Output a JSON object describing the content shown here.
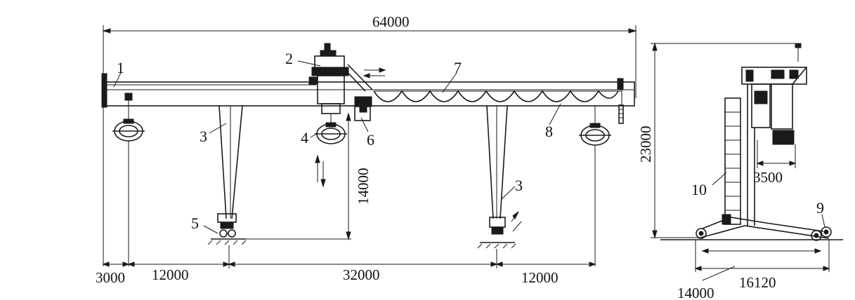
{
  "drawing": {
    "dimensions": {
      "overall_span": "64000",
      "left_overhang": "3000",
      "left_bay": "12000",
      "main_span": "32000",
      "right_bay": "12000",
      "lift_height": "14000",
      "total_height": "23000",
      "trolley_gauge": "3500",
      "wheel_base": "14000",
      "base_width": "16120"
    },
    "part_labels": {
      "p1": "1",
      "p2": "2",
      "p3_left": "3",
      "p3_right": "3",
      "p4": "4",
      "p5": "5",
      "p6": "6",
      "p7": "7",
      "p8": "8",
      "p9": "9",
      "p10": "10"
    }
  }
}
